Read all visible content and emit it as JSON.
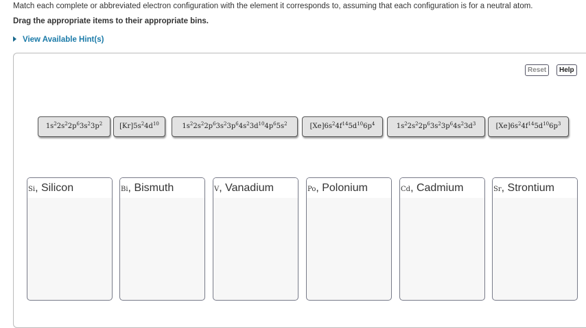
{
  "instructions": "Match each complete or abbreviated electron configuration with the element it corresponds to, assuming that each configuration is for a neutral atom.",
  "drag_instruction": "Drag the appropriate items to their appropriate bins.",
  "hint_link": "View Available Hint(s)",
  "buttons": {
    "reset": "Reset",
    "help": "Help"
  },
  "items": [
    {
      "core": "",
      "orbitals": [
        [
          "1s",
          "2"
        ],
        [
          "2s",
          "2"
        ],
        [
          "2p",
          "6"
        ],
        [
          "3s",
          "2"
        ],
        [
          "3p",
          "2"
        ]
      ]
    },
    {
      "core": "[Kr]",
      "orbitals": [
        [
          "5s",
          "2"
        ],
        [
          "4d",
          "10"
        ]
      ]
    },
    {
      "core": "",
      "orbitals": [
        [
          "1s",
          "2"
        ],
        [
          "2s",
          "2"
        ],
        [
          "2p",
          "6"
        ],
        [
          "3s",
          "2"
        ],
        [
          "3p",
          "6"
        ],
        [
          "4s",
          "2"
        ],
        [
          "3d",
          "10"
        ],
        [
          "4p",
          "6"
        ],
        [
          "5s",
          "2"
        ]
      ]
    },
    {
      "core": "[Xe]",
      "orbitals": [
        [
          "6s",
          "2"
        ],
        [
          "4f",
          "14"
        ],
        [
          "5d",
          "10"
        ],
        [
          "6p",
          "4"
        ]
      ]
    },
    {
      "core": "",
      "orbitals": [
        [
          "1s",
          "2"
        ],
        [
          "2s",
          "2"
        ],
        [
          "2p",
          "6"
        ],
        [
          "3s",
          "2"
        ],
        [
          "3p",
          "6"
        ],
        [
          "4s",
          "2"
        ],
        [
          "3d",
          "3"
        ]
      ]
    },
    {
      "core": "[Xe]",
      "orbitals": [
        [
          "6s",
          "2"
        ],
        [
          "4f",
          "14"
        ],
        [
          "5d",
          "10"
        ],
        [
          "6p",
          "3"
        ]
      ]
    }
  ],
  "bins": [
    {
      "symbol": "Si",
      "name": ", Silicon"
    },
    {
      "symbol": "Bi",
      "name": ", Bismuth"
    },
    {
      "symbol": "V",
      "name": ", Vanadium"
    },
    {
      "symbol": "Po",
      "name": ", Polonium"
    },
    {
      "symbol": "Cd",
      "name": ", Cadmium"
    },
    {
      "symbol": "Sr",
      "name": ", Strontium"
    }
  ]
}
